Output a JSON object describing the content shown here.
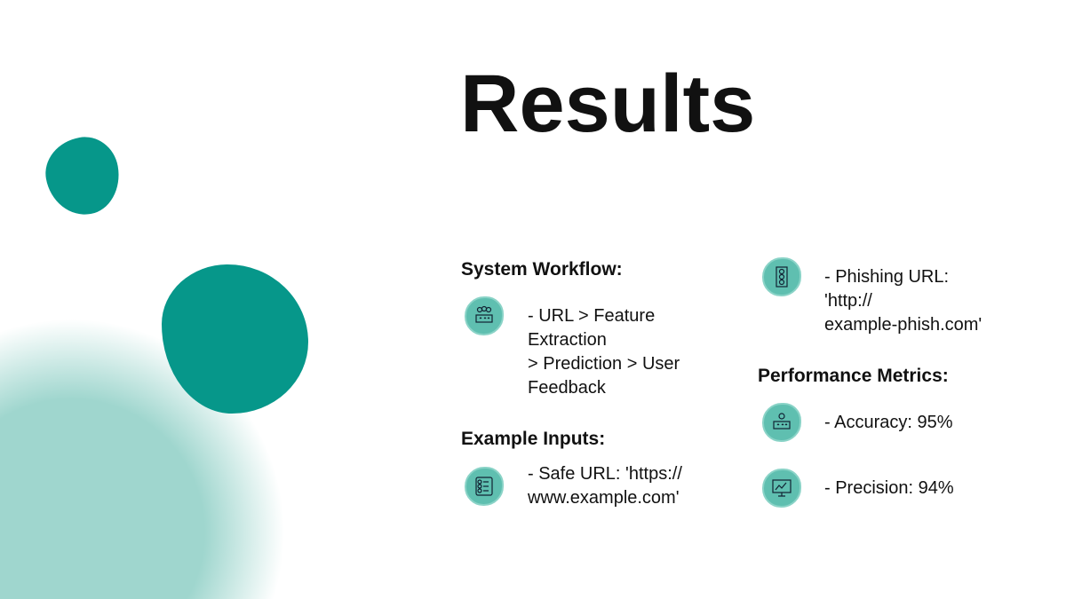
{
  "title": "Results",
  "workflow": {
    "heading": "System Workflow:",
    "text": "- URL > Feature\nExtraction\n> Prediction > User\nFeedback"
  },
  "inputs": {
    "heading": "Example Inputs:",
    "safe": "- Safe URL: 'https://\nwww.example.com'",
    "phishing": "- Phishing URL:\n'http://\nexample-phish.com'"
  },
  "metrics": {
    "heading": "Performance Metrics:",
    "accuracy": "- Accuracy: 95%",
    "precision": "- Precision: 94%"
  },
  "colors": {
    "accent": "#06978a",
    "light": "#9fd6ce"
  }
}
